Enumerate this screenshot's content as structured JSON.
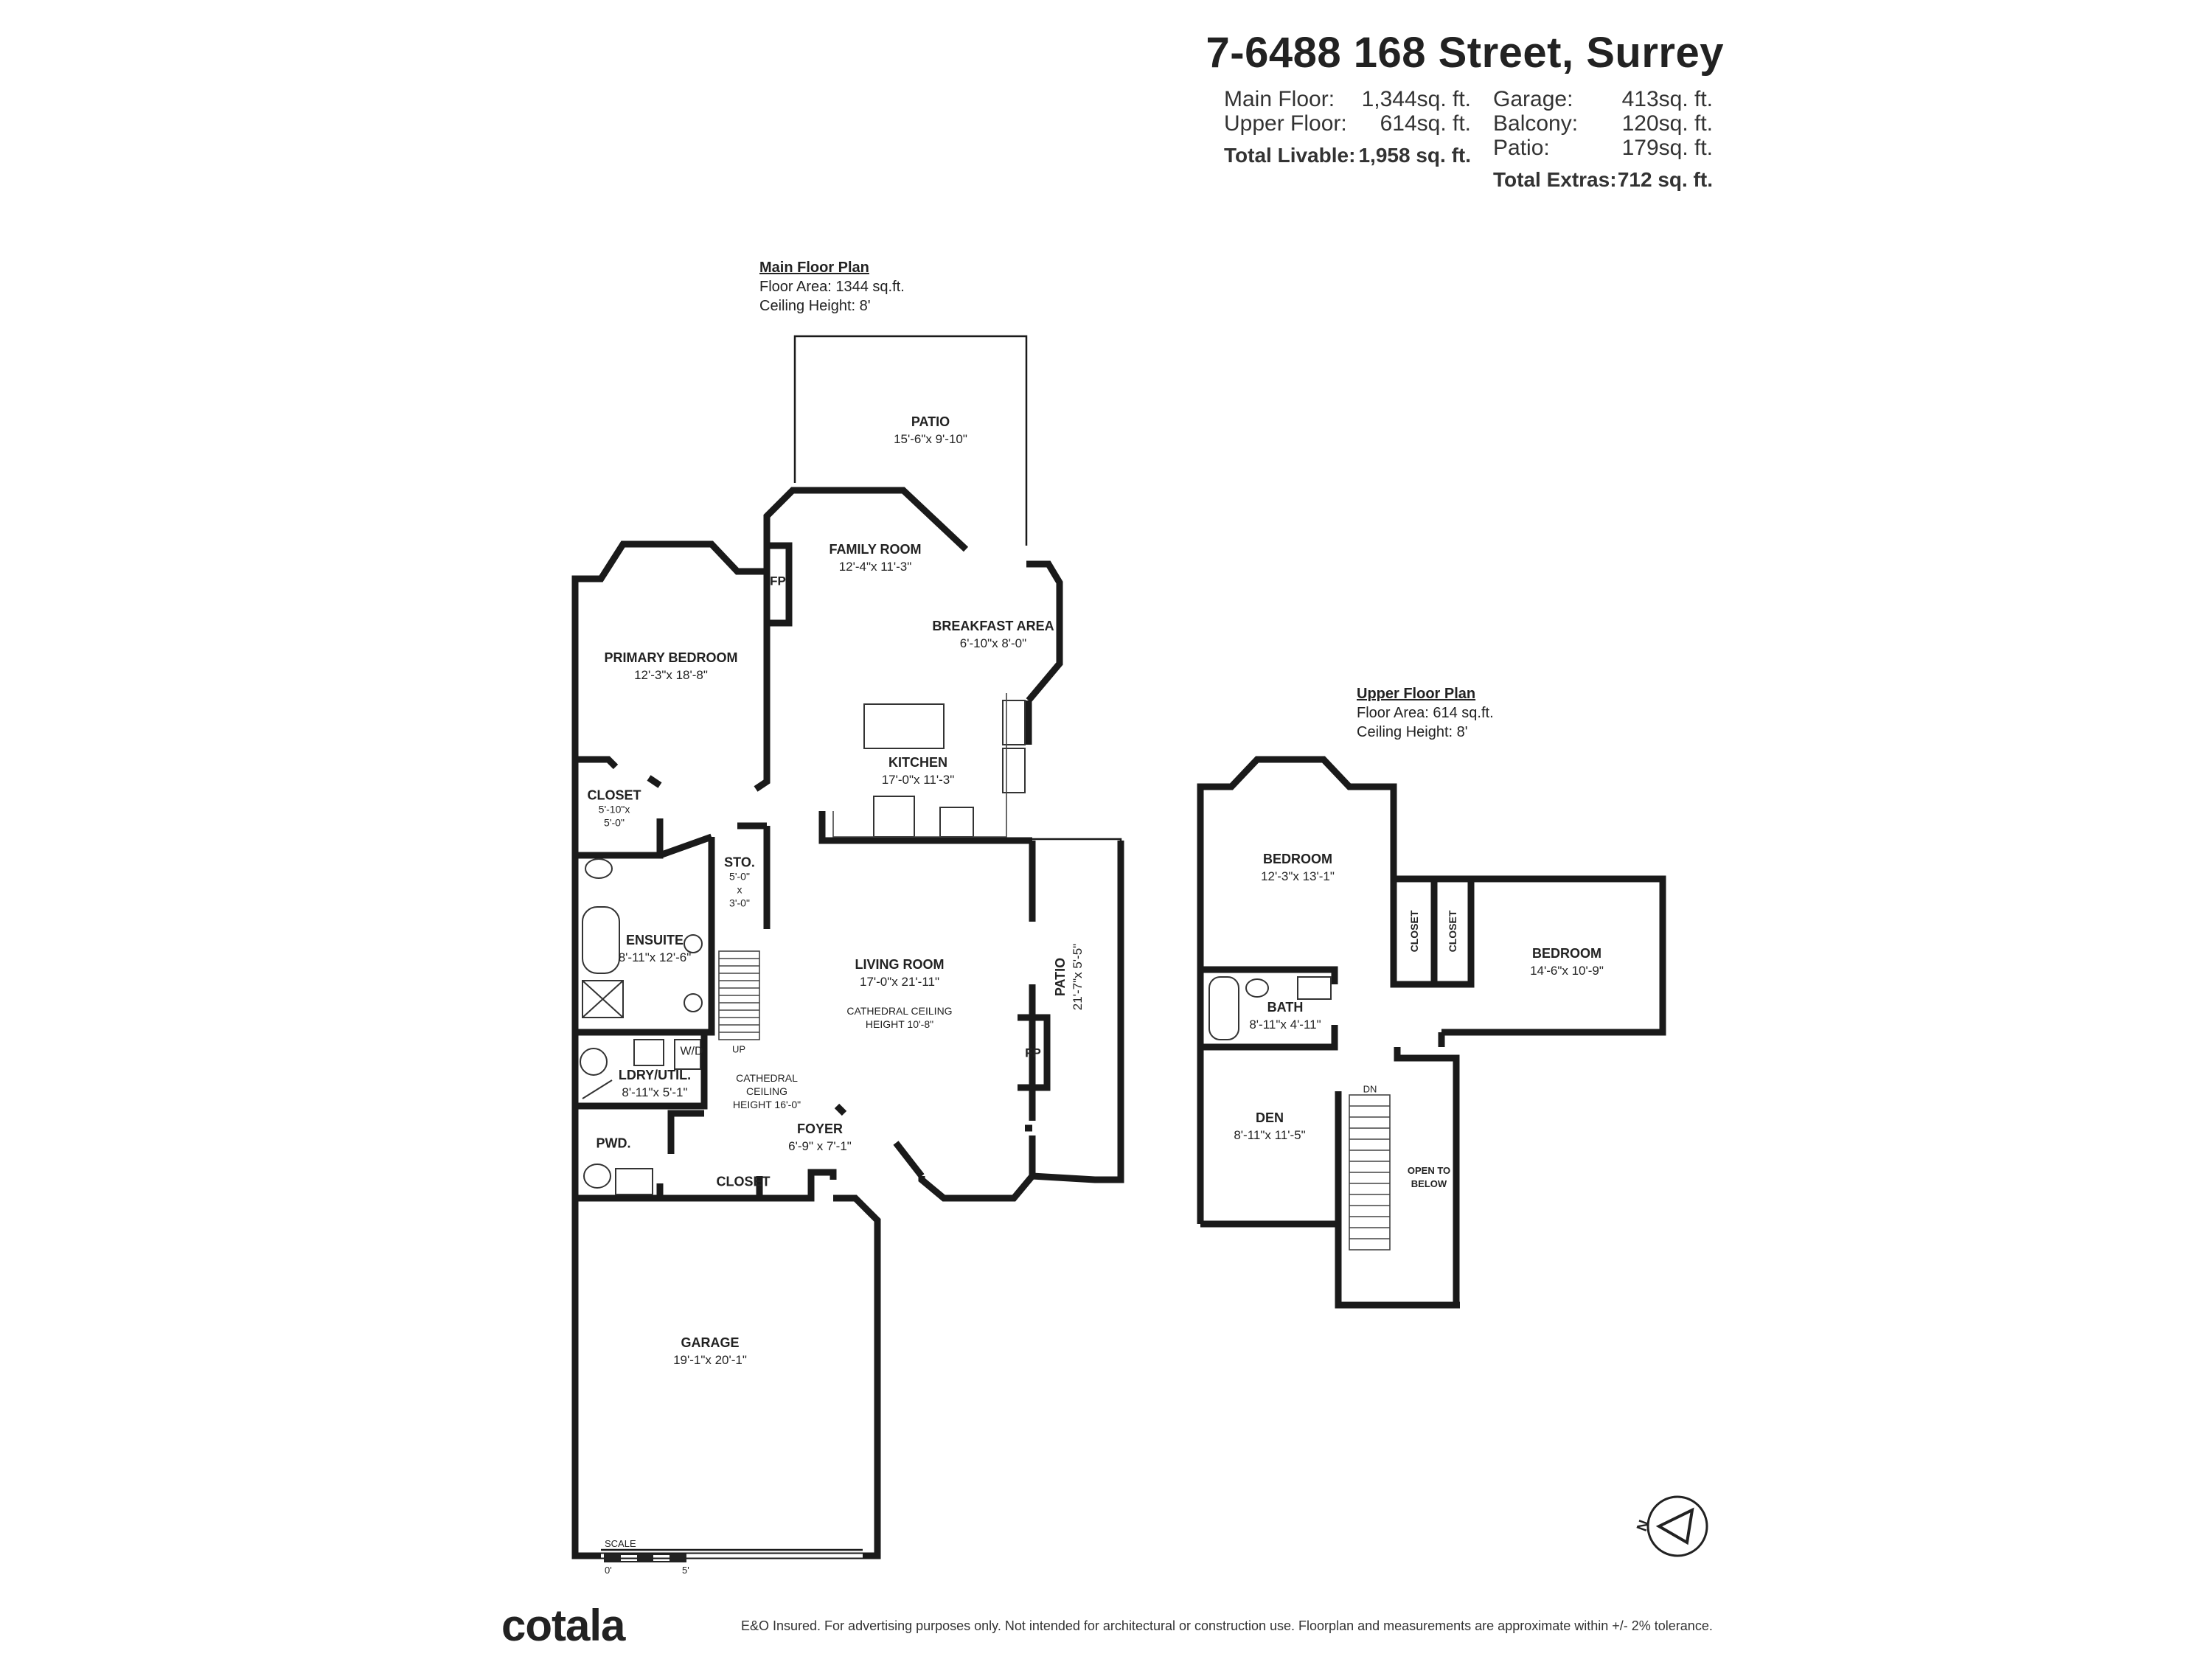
{
  "header": {
    "address": "7-6488 168 Street, Surrey",
    "areas_left": [
      {
        "label": "Main Floor:",
        "value": "1,344sq. ft."
      },
      {
        "label": "Upper Floor:",
        "value": "614sq. ft."
      },
      {
        "label": "Total Livable:",
        "value": "1,958 sq. ft."
      }
    ],
    "areas_right": [
      {
        "label": "Garage:",
        "value": "413sq. ft."
      },
      {
        "label": "Balcony:",
        "value": "120sq. ft."
      },
      {
        "label": "Patio:",
        "value": "179sq. ft."
      },
      {
        "label": "Total Extras:",
        "value": "712 sq. ft."
      }
    ]
  },
  "main_floor": {
    "heading": "Main Floor Plan",
    "area": "Floor Area: 1344 sq.ft.",
    "ceiling": "Ceiling Height: 8'",
    "rooms": {
      "patio_top": {
        "name": "PATIO",
        "dims": "15'-6\"x 9'-10\""
      },
      "family": {
        "name": "FAMILY ROOM",
        "dims": "12'-4\"x 11'-3\""
      },
      "breakfast": {
        "name": "BREAKFAST AREA",
        "dims": "6'-10\"x 8'-0\""
      },
      "primary": {
        "name": "PRIMARY BEDROOM",
        "dims": "12'-3\"x 18'-8\""
      },
      "kitchen": {
        "name": "KITCHEN",
        "dims": "17'-0\"x 11'-3\""
      },
      "closet1": {
        "name": "CLOSET",
        "dims1": "5'-10\"x",
        "dims2": "5'-0\""
      },
      "sto": {
        "name": "STO.",
        "dims1": "5'-0\"",
        "dims2": "x",
        "dims3": "3'-0\""
      },
      "ensuite": {
        "name": "ENSUITE",
        "dims": "8'-11\"x 12'-6\""
      },
      "living": {
        "name": "LIVING ROOM",
        "dims": "17'-0\"x 21'-11\"",
        "note1": "CATHEDRAL CEILING",
        "note2": "HEIGHT 10'-8\""
      },
      "patio_side": {
        "name": "PATIO",
        "dims": "21'-7\"x 5'-5\""
      },
      "fp1": "FP",
      "fp2": "FP",
      "up": "UP",
      "wd": "W/D",
      "laundry": {
        "name": "LDRY/UTIL.",
        "dims": "8'-11\"x 5'-1\""
      },
      "cathedral": {
        "l1": "CATHEDRAL",
        "l2": "CEILING",
        "l3": "HEIGHT 16'-0\""
      },
      "foyer": {
        "name": "FOYER",
        "dims": "6'-9\" x 7'-1\""
      },
      "pwd": {
        "name": "PWD."
      },
      "closet2": {
        "name": "CLOSET"
      },
      "garage": {
        "name": "GARAGE",
        "dims": "19'-1\"x 20'-1\""
      }
    }
  },
  "upper_floor": {
    "heading": "Upper Floor Plan",
    "area": "Floor Area: 614 sq.ft.",
    "ceiling": "Ceiling Height: 8'",
    "rooms": {
      "bedroom1": {
        "name": "BEDROOM",
        "dims": "12'-3\"x 13'-1\""
      },
      "bedroom2": {
        "name": "BEDROOM",
        "dims": "14'-6\"x 10'-9\""
      },
      "closet_a": "CLOSET",
      "closet_b": "CLOSET",
      "bath": {
        "name": "BATH",
        "dims": "8'-11\"x 4'-11\""
      },
      "den": {
        "name": "DEN",
        "dims": "8'-11\"x 11'-5\""
      },
      "dn": "DN",
      "open": {
        "l1": "OPEN TO",
        "l2": "BELOW"
      }
    }
  },
  "scale": {
    "label": "SCALE",
    "min": "0'",
    "max": "5'"
  },
  "compass": {
    "label": "N"
  },
  "footer": {
    "logo": "cotala",
    "disclaimer": "E&O Insured. For advertising purposes only. Not intended for architectural or construction use. Floorplan and measurements are approximate within +/- 2% tolerance."
  }
}
